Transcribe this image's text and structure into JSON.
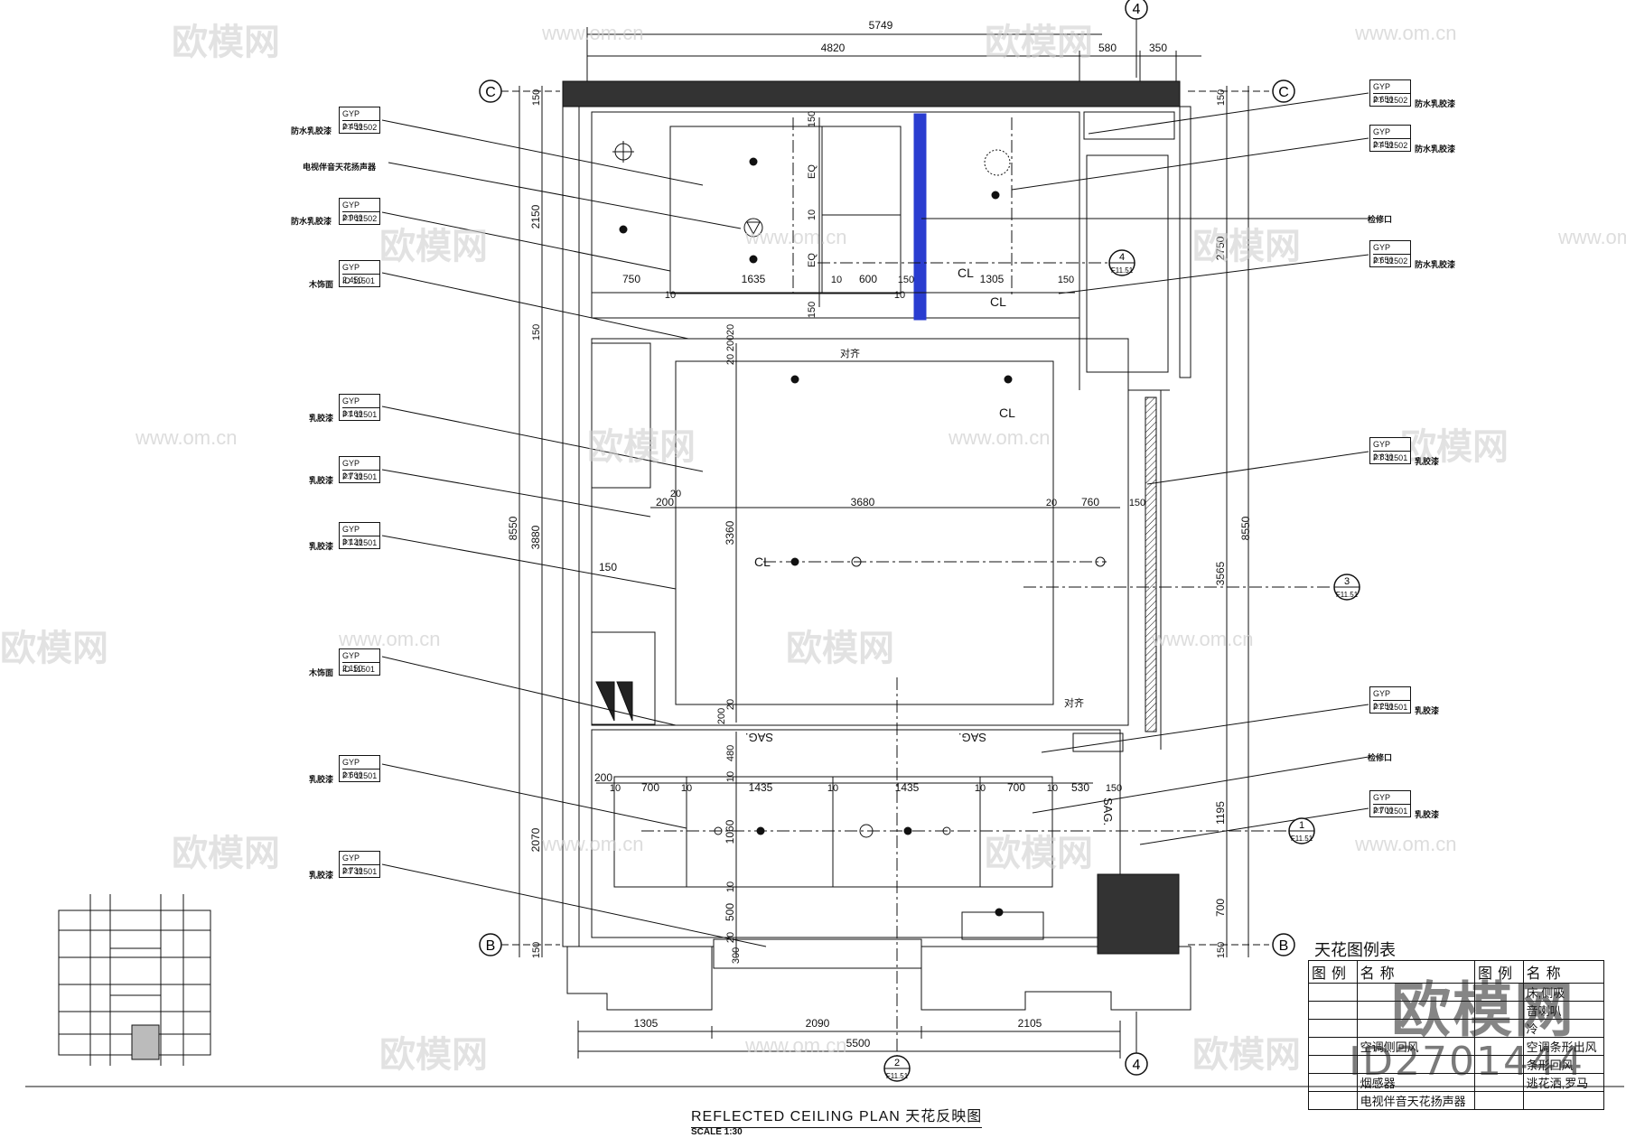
{
  "plan_title": "REFLECTED CEILING PLAN 天花反映图",
  "scale_text": "SCALE  1:30",
  "watermark_brand": "欧模网",
  "watermark_url": "www.om.cn",
  "id_text": "ID2701444",
  "grid_markers": {
    "top": "4",
    "bottom": "4",
    "left_top": "C",
    "right_top": "C",
    "left_bottom": "B",
    "right_bottom": "B"
  },
  "section_markers": [
    {
      "num": "4",
      "ref": "F11.51"
    },
    {
      "num": "3",
      "ref": "F11.51"
    },
    {
      "num": "1",
      "ref": "F11.51"
    },
    {
      "num": "2",
      "ref": "F11.51"
    }
  ],
  "dims_top": {
    "overall": "5749",
    "a": "4820",
    "b": "580",
    "c": "350"
  },
  "dims_bottom": {
    "a": "1305",
    "b": "2090",
    "c": "2105",
    "overall": "5500"
  },
  "dims_left": {
    "overall": "8550",
    "a": "150",
    "b": "2150",
    "c": "150",
    "d": "3880",
    "e": "2070",
    "f": "150"
  },
  "dims_right": {
    "overall": "8550",
    "a": "150",
    "b": "2750",
    "c": "3565",
    "d": "1195",
    "e": "700",
    "f": "150"
  },
  "dims_inner": {
    "upper_row": [
      "750",
      "10",
      "1635",
      "10",
      "600",
      "150",
      "10",
      "1305",
      "150"
    ],
    "upper_v": [
      "150",
      "EQ",
      "10",
      "EQ",
      "150"
    ],
    "mid_row": [
      "200",
      "20",
      "3680",
      "20",
      "760",
      "150"
    ],
    "mid_v": [
      "20",
      "200",
      "20",
      "3360",
      "200",
      "20"
    ],
    "lower_row": [
      "200",
      "10",
      "700",
      "10",
      "1435",
      "10",
      "1435",
      "10",
      "700",
      "10",
      "530",
      "150"
    ],
    "lower_v": [
      "480",
      "10",
      "1060",
      "10",
      "500",
      "20",
      "300"
    ],
    "side": "150"
  },
  "plan_labels": {
    "cl": "CL",
    "sag": "SAG.",
    "align": "对齐"
  },
  "left_tags": [
    {
      "l1": "GYP 2.450",
      "l2": "PT 11502",
      "note": "防水乳胶漆"
    },
    {
      "l1": "",
      "l2": "",
      "note": "电视伴音天花扬声器"
    },
    {
      "l1": "GYP 2.960",
      "l2": "PT 11502",
      "note": "防水乳胶漆"
    },
    {
      "l1": "GYP 2.450",
      "l2": "ID 11501",
      "note": "木饰面"
    },
    {
      "l1": "GYP 3.160",
      "l2": "PT 11501",
      "note": "乳胶漆"
    },
    {
      "l1": "GYP 2.730",
      "l2": "PT 11501",
      "note": "乳胶漆"
    },
    {
      "l1": "GYP 3.120",
      "l2": "PT 11501",
      "note": "乳胶漆"
    },
    {
      "l1": "GYP 2.150",
      "l2": "ID 11501",
      "note": "木饰面"
    },
    {
      "l1": "GYP 2.660",
      "l2": "PT 11501",
      "note": "乳胶漆"
    },
    {
      "l1": "GYP 2.730",
      "l2": "PT 11501",
      "note": "乳胶漆"
    }
  ],
  "right_tags": [
    {
      "l1": "GYP 2.650",
      "l2": "PT 11502",
      "note": "防水乳胶漆"
    },
    {
      "l1": "GYP 2.450",
      "l2": "PT 11502",
      "note": "防水乳胶漆"
    },
    {
      "l1": "",
      "l2": "",
      "note": "检修口"
    },
    {
      "l1": "GYP 2.650",
      "l2": "PT 11502",
      "note": "防水乳胶漆"
    },
    {
      "l1": "GYP 2.830",
      "l2": "PT 11501",
      "note": "乳胶漆"
    },
    {
      "l1": "GYP 2.250",
      "l2": "PT 11501",
      "note": "乳胶漆"
    },
    {
      "l1": "",
      "l2": "",
      "note": "检修口"
    },
    {
      "l1": "GYP 2.700",
      "l2": "PT 11501",
      "note": "乳胶漆"
    }
  ],
  "legend": {
    "title": "天花图例表",
    "headers": [
      "图例",
      "名称",
      "图例",
      "名称"
    ],
    "rows": [
      [
        "",
        "",
        "",
        "床,侧吸"
      ],
      [
        "",
        "",
        "",
        "音喇叭"
      ],
      [
        "",
        "",
        "",
        "冷"
      ],
      [
        "",
        "空调侧回风",
        "",
        "空调条形出风"
      ],
      [
        "",
        "",
        "",
        "条形回风"
      ],
      [
        "",
        "烟感器",
        "",
        "逃花洒,罗马"
      ],
      [
        "",
        "电视伴音天花扬声器",
        "",
        ""
      ]
    ]
  }
}
